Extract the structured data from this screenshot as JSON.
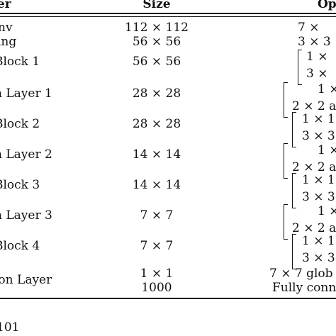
{
  "table": {
    "header": {
      "layer": "yer",
      "size": "Size",
      "output": "Op"
    },
    "rows": [
      {
        "layer": "nv",
        "size": "112 × 112",
        "out1": "7 ×",
        "out2": ""
      },
      {
        "layer": "ing",
        "size": "56 × 56",
        "out1": "3 × 3",
        "out2": ""
      },
      {
        "layer": "Block 1",
        "size": "56 × 56",
        "out1": "1 ×",
        "out2": "3 ×"
      },
      {
        "layer": "n Layer 1",
        "size": "28 × 28",
        "out1": "1 ×",
        "out2": "2 × 2 a"
      },
      {
        "layer": "Block 2",
        "size": "28 × 28",
        "out1": "1 × 1",
        "out2": "3 × 3"
      },
      {
        "layer": "n Layer 2",
        "size": "14 × 14",
        "out1": "1 ×",
        "out2": "2 × 2 a"
      },
      {
        "layer": "Block 3",
        "size": "14 × 14",
        "out1": "1 × 1",
        "out2": "3 × 3"
      },
      {
        "layer": "n Layer 3",
        "size": "7 × 7",
        "out1": "1 ×",
        "out2": "2 × 2 a"
      },
      {
        "layer": "Block 4",
        "size": "7 × 7",
        "out1": "1 × 1",
        "out2": "3 × 3"
      },
      {
        "layer": "ion Layer",
        "size": "1 × 1",
        "out1": "7 × 7 glob",
        "out2": ""
      },
      {
        "layer": "",
        "size": "1000",
        "out1": "Fully conn",
        "out2": ""
      }
    ]
  },
  "footnote": "101"
}
